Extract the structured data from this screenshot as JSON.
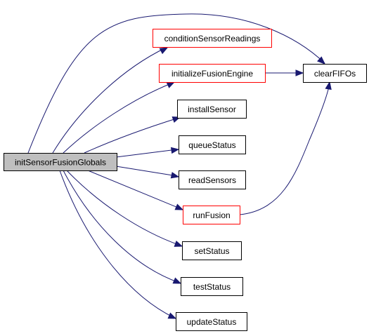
{
  "colors": {
    "root_fill": "#bfbfbf",
    "node_fill": "#ffffff",
    "normal_border": "#000000",
    "highlight_border": "#ff0000",
    "edge": "#191970"
  },
  "nodes": {
    "root": {
      "label": "initSensorFusionGlobals",
      "style": "root"
    },
    "condition": {
      "label": "conditionSensorReadings",
      "style": "highlight"
    },
    "initFusion": {
      "label": "initializeFusionEngine",
      "style": "highlight"
    },
    "install": {
      "label": "installSensor",
      "style": "normal"
    },
    "queue": {
      "label": "queueStatus",
      "style": "normal"
    },
    "read": {
      "label": "readSensors",
      "style": "normal"
    },
    "runFusion": {
      "label": "runFusion",
      "style": "highlight"
    },
    "set": {
      "label": "setStatus",
      "style": "normal"
    },
    "test": {
      "label": "testStatus",
      "style": "normal"
    },
    "update": {
      "label": "updateStatus",
      "style": "normal"
    },
    "clear": {
      "label": "clearFIFOs",
      "style": "normal"
    }
  },
  "edges": [
    {
      "from": "root",
      "to": "clear"
    },
    {
      "from": "root",
      "to": "condition"
    },
    {
      "from": "root",
      "to": "initFusion"
    },
    {
      "from": "root",
      "to": "install"
    },
    {
      "from": "root",
      "to": "queue"
    },
    {
      "from": "root",
      "to": "read"
    },
    {
      "from": "root",
      "to": "runFusion"
    },
    {
      "from": "root",
      "to": "set"
    },
    {
      "from": "root",
      "to": "test"
    },
    {
      "from": "root",
      "to": "update"
    },
    {
      "from": "initFusion",
      "to": "clear"
    },
    {
      "from": "runFusion",
      "to": "clear"
    }
  ]
}
